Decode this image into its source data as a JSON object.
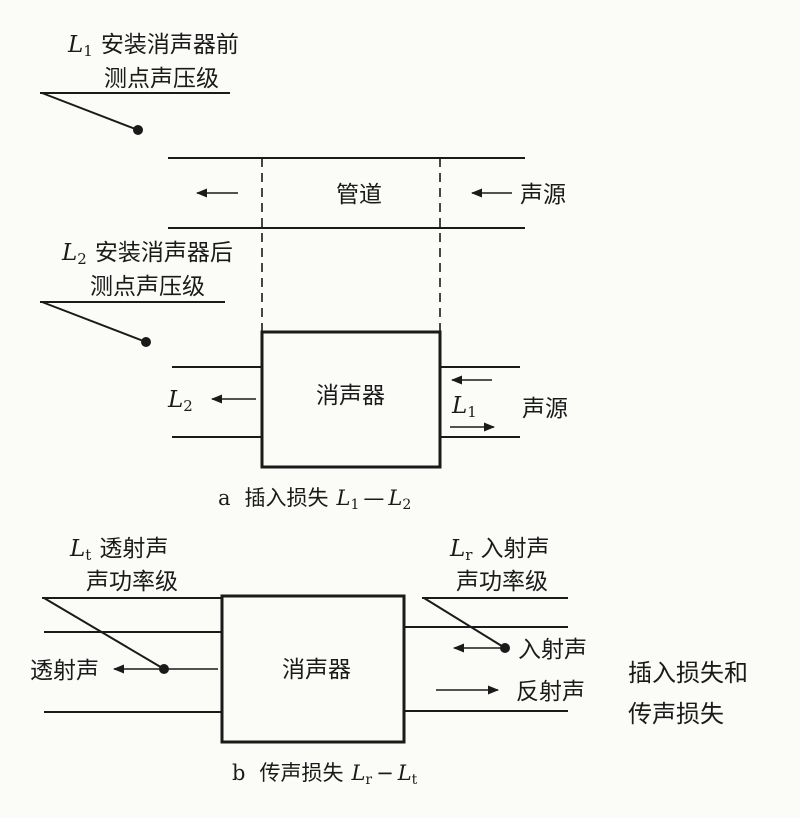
{
  "part_a": {
    "l1_callout": {
      "symbol": "L",
      "sub": "1",
      "line1": "安装消声器前",
      "line2": "测点声压级"
    },
    "l2_callout": {
      "symbol": "L",
      "sub": "2",
      "line1": "安装消声器后",
      "line2": "测点声压级"
    },
    "pipe_label": "管道",
    "source_label_top": "声源",
    "muffler_label": "消声器",
    "out_symbol": "L",
    "out_sub": "2",
    "in_symbol": "L",
    "in_sub": "1",
    "source_label_bottom": "声源",
    "caption": {
      "prefix": "a",
      "text": "插入损失",
      "s1": "L",
      "s1sub": "1",
      "dash": "—",
      "s2": "L",
      "s2sub": "2"
    }
  },
  "part_b": {
    "lt_callout": {
      "symbol": "L",
      "sub": "t",
      "line1": "透射声",
      "line2": "声功率级"
    },
    "lr_callout": {
      "symbol": "L",
      "sub": "r",
      "line1": "入射声",
      "line2": "声功率级"
    },
    "transmitted_label": "透射声",
    "muffler_label": "消声器",
    "incident_label": "入射声",
    "reflected_label": "反射声",
    "caption": {
      "prefix": "b",
      "text": "传声损失",
      "s1": "L",
      "s1sub": "r",
      "dash": "−",
      "s2": "L",
      "s2sub": "t"
    }
  },
  "figure_title": {
    "line1": "插入损失和",
    "line2": "传声损失"
  }
}
